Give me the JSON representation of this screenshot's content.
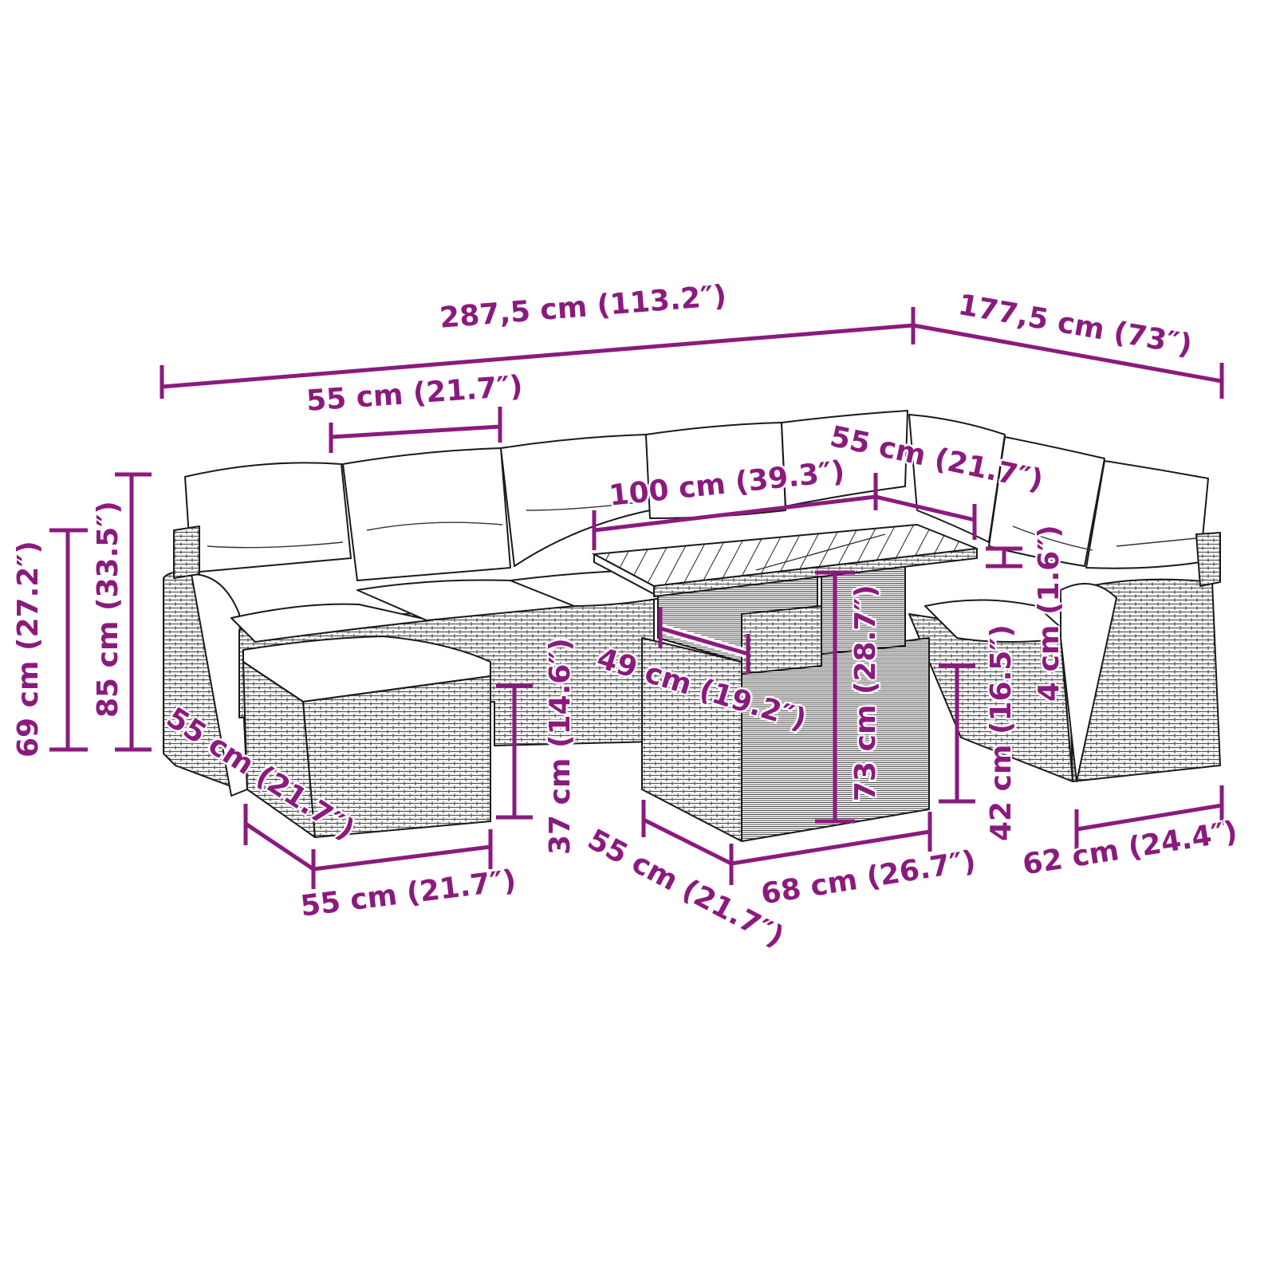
{
  "diagram": {
    "title": "Rattan garden sofa set with dining table - dimensions",
    "accent_color": "#8b1a7e",
    "line_color": "#1a1a1a",
    "background": "#ffffff"
  },
  "dimensions": {
    "overall_length": "287,5 cm (113.2″)",
    "overall_depth": "177,5 cm (73″)",
    "seat_width_back": "55 cm (21.7″)",
    "corner_width": "55 cm (21.7″)",
    "table_top_length": "100 cm (39.3″)",
    "table_top_thickness": "4 cm (1.6″)",
    "table_inner_depth": "49 cm (19.2″)",
    "table_height": "73 cm (28.7″)",
    "seat_height": "42 cm (16.5″)",
    "overall_height": "85 cm (33.5″)",
    "armrest_height": "69 cm (27.2″)",
    "ottoman_height": "37 cm (14.6″)",
    "ottoman_depth": "55 cm (21.7″)",
    "ottoman_width": "55 cm (21.7″)",
    "table_base_depth": "55 cm (21.7″)",
    "table_base_width": "68 cm (26.7″)",
    "corner_seat_depth": "62 cm (24.4″)"
  }
}
